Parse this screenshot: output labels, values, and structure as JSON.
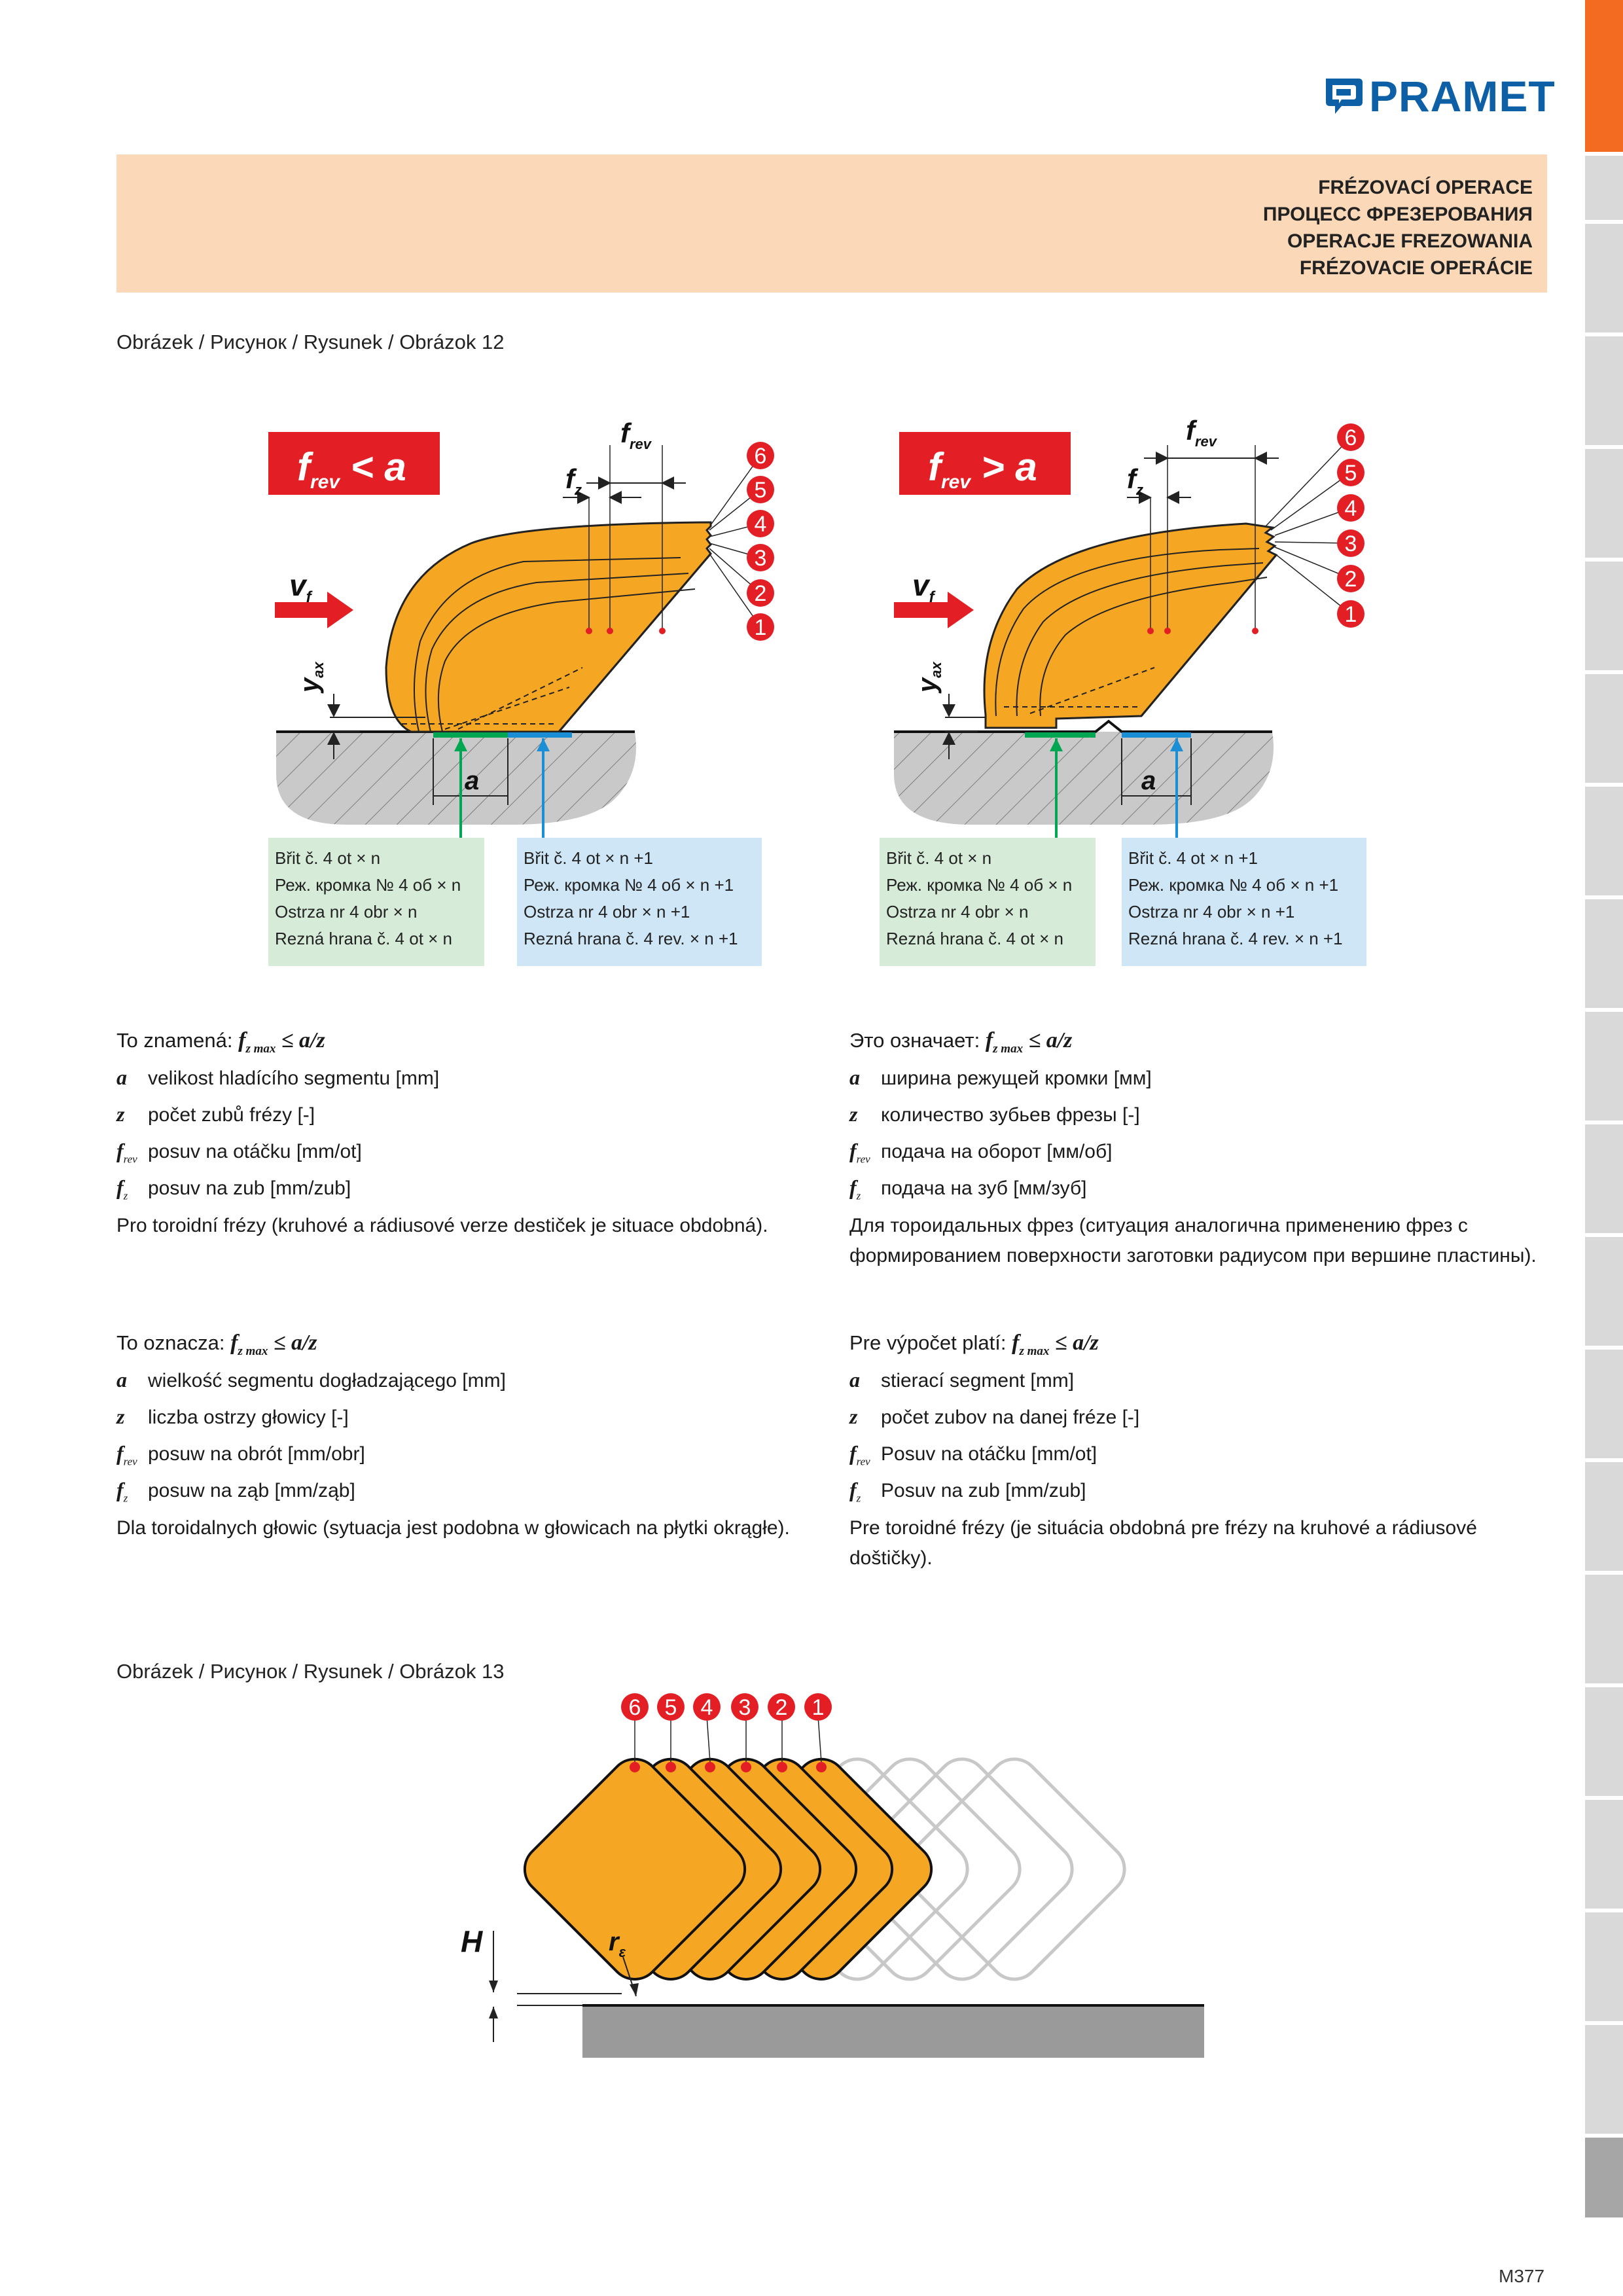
{
  "brand": {
    "logo_text": "PRAMET"
  },
  "header": {
    "lines": [
      "FRÉZOVACÍ OPERACE",
      "ПРОЦЕСС ФРЕЗЕРОВАНИЯ",
      "OPERACJE FREZOWANIA",
      "FRÉZOVACIE OPERÁCIE"
    ]
  },
  "figure12": {
    "caption": "Obrázek / Рисунок / Rysunek / Obrázok 12",
    "left": {
      "badge": {
        "f": "f",
        "sub": "rev",
        "rest": " < a"
      },
      "boxes": {
        "green": [
          "Břit č. 4 ot × n",
          "Реж. кромка № 4 об × n",
          "Ostrza nr 4 obr × n",
          "Rezná hrana č. 4 ot × n"
        ],
        "blue": [
          "Břit č. 4 ot × n +1",
          "Реж. кромка № 4 об × n +1",
          "Ostrza nr 4 obr × n +1",
          "Rezná hrana č. 4 rev. × n +1"
        ]
      }
    },
    "right": {
      "badge": {
        "f": "f",
        "sub": "rev",
        "rest": " > a"
      },
      "boxes": {
        "green": [
          "Břit č. 4 ot × n",
          "Реж. кромка № 4 об × n",
          "Ostrza nr 4 obr × n",
          "Rezná hrana č. 4 ot × n"
        ],
        "blue": [
          "Břit č. 4 ot × n +1",
          "Реж. кромка № 4 об × n +1",
          "Ostrza nr 4 obr × n +1",
          "Rezná hrana č. 4 rev. × n +1"
        ]
      }
    },
    "labels": {
      "frev": "f",
      "frev_sub": "rev",
      "fz": "f",
      "fz_sub": "z",
      "vf": "v",
      "vf_sub": "f",
      "yax": "y",
      "yax_sub": "ax",
      "a": "a"
    },
    "numbers": [
      "6",
      "5",
      "4",
      "3",
      "2",
      "1"
    ]
  },
  "blocks": {
    "cz": {
      "lead": "To znamená:",
      "defs": [
        {
          "sym": "a",
          "sub": "",
          "text": "velikost hladícího segmentu [mm]"
        },
        {
          "sym": "z",
          "sub": "",
          "text": "počet zubů frézy [-]"
        },
        {
          "sym": "f",
          "sub": "rev",
          "text": "posuv na otáčku [mm/ot]"
        },
        {
          "sym": "f",
          "sub": "z",
          "text": "posuv na zub [mm/zub]"
        }
      ],
      "note": "Pro toroidní frézy (kruhové a rádiusové verze destiček je situace obdobná)."
    },
    "ru": {
      "lead": "Это означает:",
      "defs": [
        {
          "sym": "a",
          "sub": "",
          "text": "ширина режущей кромки [мм]"
        },
        {
          "sym": "z",
          "sub": "",
          "text": "количество зубьев фрезы [-]"
        },
        {
          "sym": "f",
          "sub": "rev",
          "text": "подача на оборот [мм/об]"
        },
        {
          "sym": "f",
          "sub": "z",
          "text": "подача на зуб [мм/зуб]"
        }
      ],
      "note": "Для тороидальных фрез (ситуация аналогична применению фрез с формированием поверхности заготовки радиусом при вершине пластины)."
    },
    "pl": {
      "lead": "To oznacza:",
      "defs": [
        {
          "sym": "a",
          "sub": "",
          "text": "wielkość segmentu dogładzającego [mm]"
        },
        {
          "sym": "z",
          "sub": "",
          "text": "liczba ostrzy głowicy [-]"
        },
        {
          "sym": "f",
          "sub": "rev",
          "text": "posuw na obrót [mm/obr]"
        },
        {
          "sym": "f",
          "sub": "z",
          "text": "posuw na ząb [mm/ząb]"
        }
      ],
      "note": "Dla toroidalnych głowic (sytuacja jest podobna w głowicach na płytki okrągłe)."
    },
    "sk": {
      "lead": "Pre výpočet platí:",
      "defs": [
        {
          "sym": "a",
          "sub": "",
          "text": "stierací segment [mm]"
        },
        {
          "sym": "z",
          "sub": "",
          "text": "počet zubov na danej fréze [-]"
        },
        {
          "sym": "f",
          "sub": "rev",
          "text": "Posuv na otáčku [mm/ot]"
        },
        {
          "sym": "f",
          "sub": "z",
          "text": "Posuv na zub [mm/zub]"
        }
      ],
      "note": "Pre toroidné frézy (je situácia obdobná pre frézy na kruhové a rádiusové doštičky)."
    },
    "formula": {
      "f": "f",
      "sub": "z max",
      "rest": "≤ a/z"
    }
  },
  "figure13": {
    "caption": "Obrázek / Рисунок / Rysunek / Obrázok 13",
    "numbers": [
      "6",
      "5",
      "4",
      "3",
      "2",
      "1"
    ],
    "H": "H",
    "r": "r",
    "r_sub": "ε"
  },
  "page_number": "M377",
  "colors": {
    "orange": "#f5a623",
    "red": "#e31e24",
    "green": "#00a651",
    "blue": "#1b8fd6",
    "band": "#fbd9b8",
    "tab_orange": "#f26b21"
  }
}
